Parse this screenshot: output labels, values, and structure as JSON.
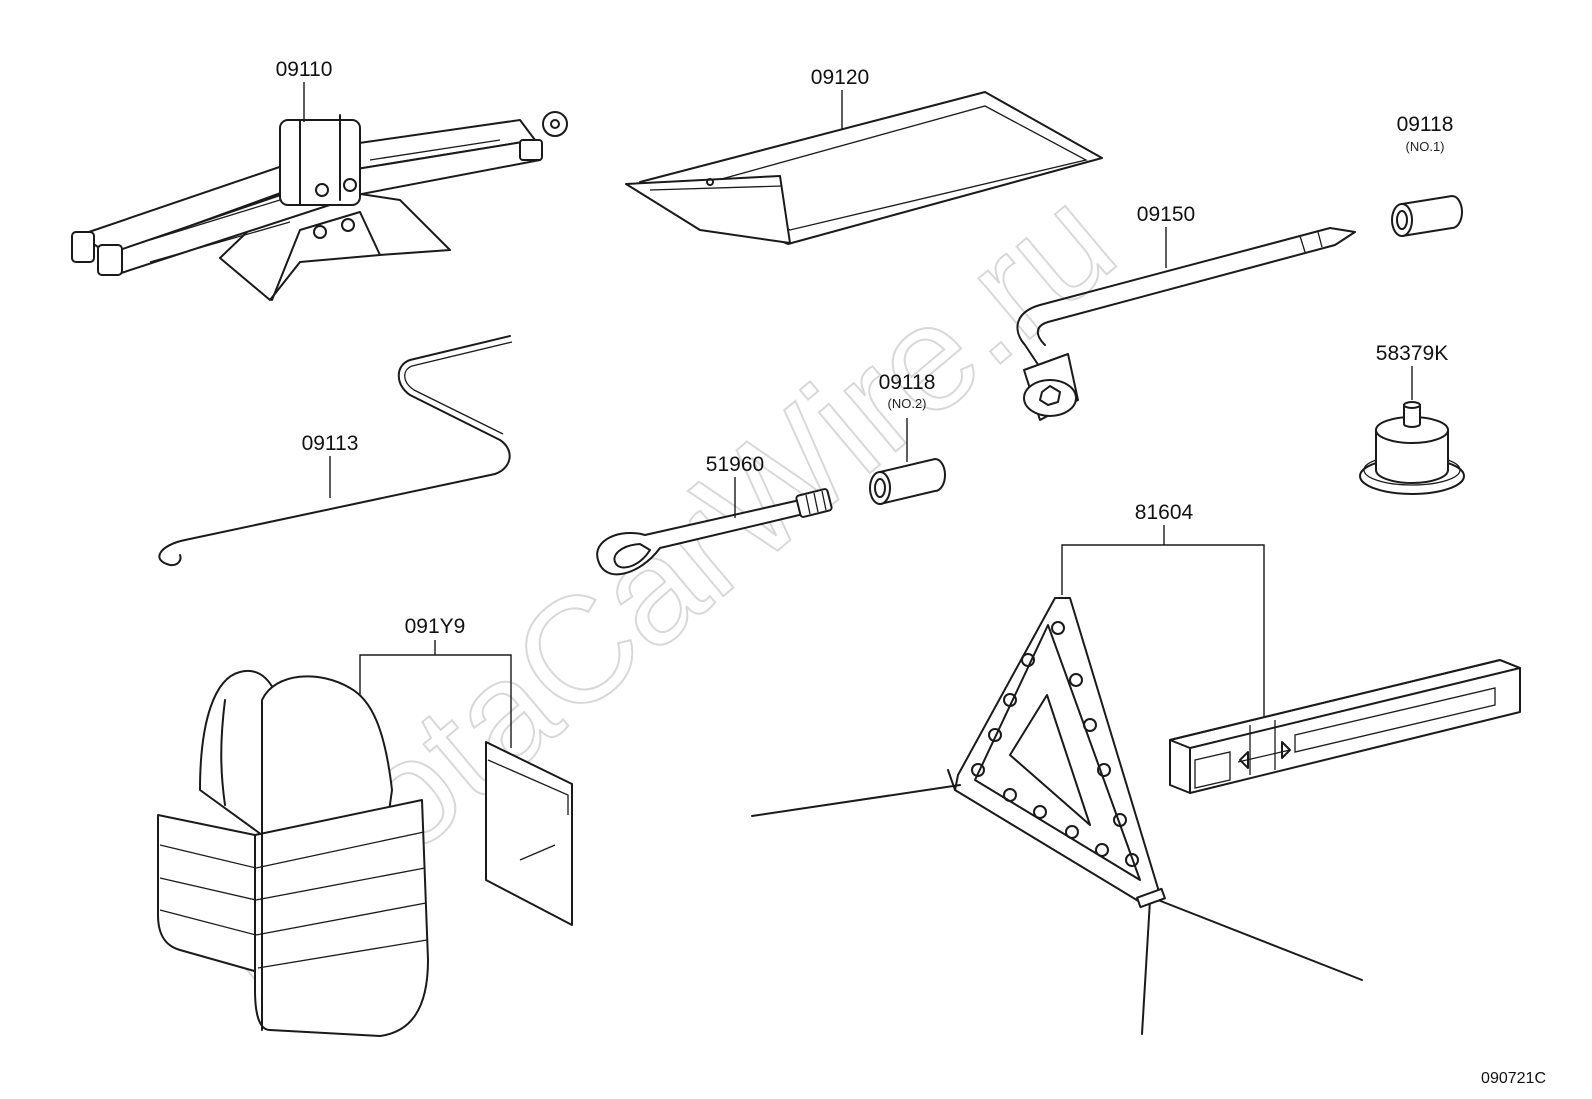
{
  "watermark": "ToyotaCarWire.ru",
  "diagram_code": "090721C",
  "parts": {
    "p09110": "09110",
    "p09120": "09120",
    "p09118_1": "09118",
    "p09118_1_note": "(NO.1)",
    "p09150": "09150",
    "p58379k": "58379K",
    "p09113": "09113",
    "p09118_2": "09118",
    "p09118_2_note": "(NO.2)",
    "p51960": "51960",
    "p81604": "81604",
    "p091y9": "091Y9"
  }
}
